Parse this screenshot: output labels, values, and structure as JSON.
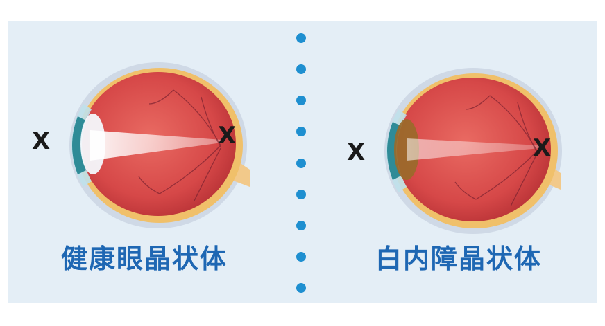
{
  "captions": {
    "healthy": "健康眼晶状体",
    "cataract": "白内障晶状体"
  },
  "markers": {
    "left_front": "X",
    "left_back": "X",
    "right_front": "X",
    "right_back": "X"
  },
  "colors": {
    "panel_background": "#e4eef6",
    "caption": "#1e67b3",
    "divider_dot": "#1e8fd0",
    "eyeball": "#d94b4b",
    "clear_lens": "#f2f6fb",
    "cloudy_lens": "#9a6a2a"
  }
}
